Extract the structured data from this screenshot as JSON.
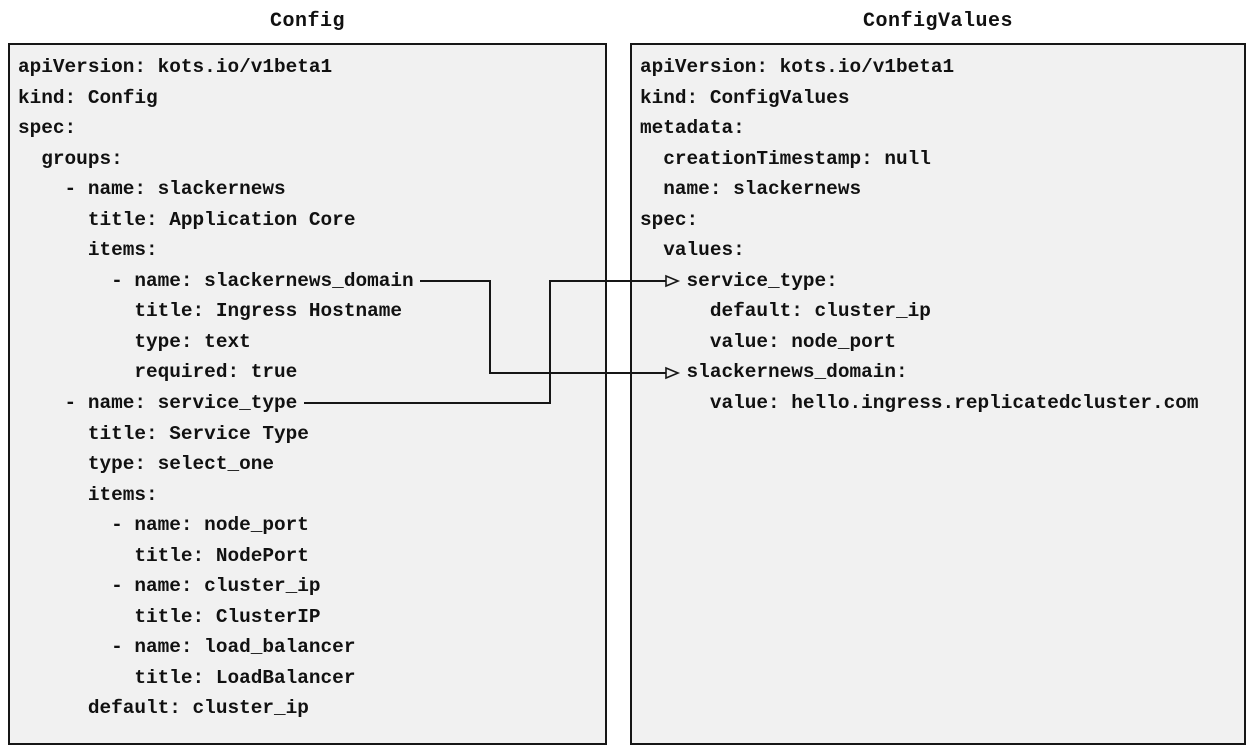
{
  "panels": [
    {
      "title": "Config",
      "code": "apiVersion: kots.io/v1beta1\nkind: Config\nspec:\n  groups:\n    - name: slackernews\n      title: Application Core\n      items:\n        - name: slackernews_domain\n          title: Ingress Hostname\n          type: text\n          required: true\n    - name: service_type\n      title: Service Type\n      type: select_one\n      items:\n        - name: node_port\n          title: NodePort\n        - name: cluster_ip\n          title: ClusterIP\n        - name: load_balancer\n          title: LoadBalancer\n      default: cluster_ip"
    },
    {
      "title": "ConfigValues",
      "code": "apiVersion: kots.io/v1beta1\nkind: ConfigValues\nmetadata:\n  creationTimestamp: null\n  name: slackernews\nspec:\n  values:\n    service_type:\n      default: cluster_ip\n      value: node_port\n    slackernews_domain:\n      value: hello.ingress.replicatedcluster.com"
    }
  ],
  "connections": [
    {
      "from_panel": "Config",
      "from_line": "- name: slackernews_domain",
      "to_panel": "ConfigValues",
      "to_line": "slackernews_domain:"
    },
    {
      "from_panel": "Config",
      "from_line": "- name: service_type",
      "to_panel": "ConfigValues",
      "to_line": "service_type:"
    }
  ],
  "colors": {
    "page_background": "#ffffff",
    "panel_background": "#f1f1f1",
    "panel_border": "#161616",
    "text": "#111111",
    "connector": "#161616"
  }
}
